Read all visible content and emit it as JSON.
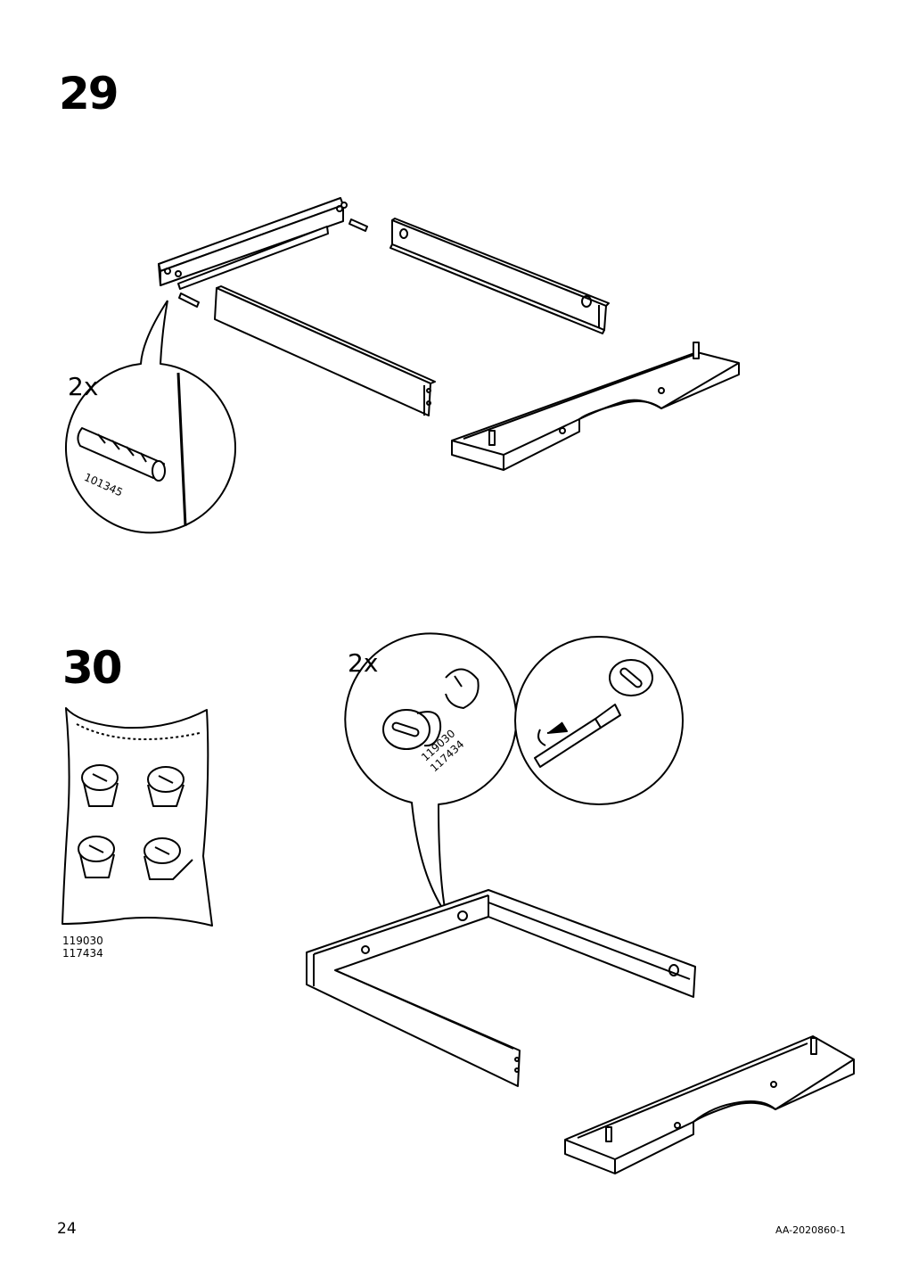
{
  "steps": [
    {
      "number": "29",
      "quantity": "2x",
      "part_codes": [
        "101345"
      ]
    },
    {
      "number": "30",
      "quantity": "2x",
      "bag_codes": [
        "119030",
        "117434"
      ],
      "detail_codes": [
        "119030",
        "117434"
      ]
    }
  ],
  "footer": {
    "page_number": "24",
    "doc_code": "AA-2020860-1"
  },
  "icons": [
    "dowel-icon",
    "cam-lock-icon",
    "screwdriver-icon",
    "hardware-bag-icon"
  ]
}
